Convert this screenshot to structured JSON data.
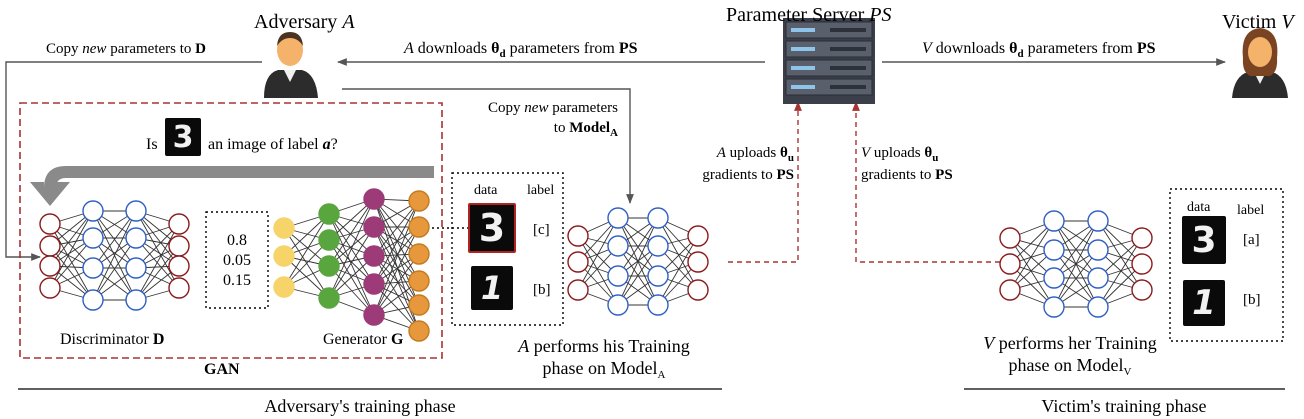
{
  "figure": {
    "actors": {
      "adversary": {
        "name": "Adversary",
        "var": "A"
      },
      "server": {
        "name": "Parameter Server",
        "var": "PS"
      },
      "victim": {
        "name": "Victim",
        "var": "V"
      }
    },
    "arrows": {
      "a_download": {
        "var": "A",
        "text": "downloads",
        "param": "θ",
        "param_sub": "d",
        "mid": "parameters from",
        "target": "PS"
      },
      "v_download": {
        "var": "V",
        "text": "downloads",
        "param": "θ",
        "param_sub": "d",
        "mid": "parameters from",
        "target": "PS"
      },
      "copy_to_d": {
        "pre": "Copy",
        "em": "new",
        "post": "parameters to",
        "target": "D"
      },
      "copy_to_model": {
        "pre": "Copy",
        "em": "new",
        "post": "parameters",
        "line2_pre": "to",
        "target": "Model",
        "target_sub": "A"
      },
      "a_upload": {
        "var": "A",
        "text": "uploads",
        "param": "θ",
        "param_sub": "u",
        "line2": "gradients to",
        "target": "PS"
      },
      "v_upload": {
        "var": "V",
        "text": "uploads",
        "param": "θ",
        "param_sub": "u",
        "line2": "gradients to",
        "target": "PS"
      }
    },
    "gan": {
      "question_pre": "Is",
      "question_post": "an image of label",
      "question_label": "a",
      "question_mark": "?",
      "outputs": [
        "0.8",
        "0.05",
        "0.15"
      ],
      "discriminator": {
        "name": "Discriminator",
        "symbol": "D"
      },
      "generator": {
        "name": "Generator",
        "symbol": "G"
      },
      "box_label": "GAN"
    },
    "adversary_data": {
      "col_data": "data",
      "col_label": "label",
      "rows": [
        {
          "glyph": "3",
          "label": "[c]"
        },
        {
          "glyph": "1",
          "label": "[b]"
        }
      ]
    },
    "victim_data": {
      "col_data": "data",
      "col_label": "label",
      "rows": [
        {
          "glyph": "3",
          "label": "[a]"
        },
        {
          "glyph": "1",
          "label": "[b]"
        }
      ]
    },
    "captions": {
      "adversary_training": {
        "var": "A",
        "line1": "performs his Training",
        "line2": "phase on Model",
        "sub": "A"
      },
      "victim_training": {
        "var": "V",
        "line1": "performs her Training",
        "line2": "phase on Model",
        "sub": "V"
      }
    },
    "phases": {
      "adversary": "Adversary's training phase",
      "victim": "Victim's training phase"
    },
    "colors": {
      "gan_dash": "#a83232",
      "red_neuron": "#8b1a1a",
      "blue_neuron": "#2e5fc4",
      "yellow_neuron": "#f6d46a",
      "green_neuron": "#5aa63e",
      "purple_neuron": "#9c3b78",
      "orange_neuron": "#e8983c",
      "arrow_gray": "#555555",
      "upload_dash": "#a83232"
    },
    "icons": [
      "adversary-avatar-icon",
      "server-rack-icon",
      "victim-avatar-icon",
      "feedback-arrow-icon"
    ]
  }
}
